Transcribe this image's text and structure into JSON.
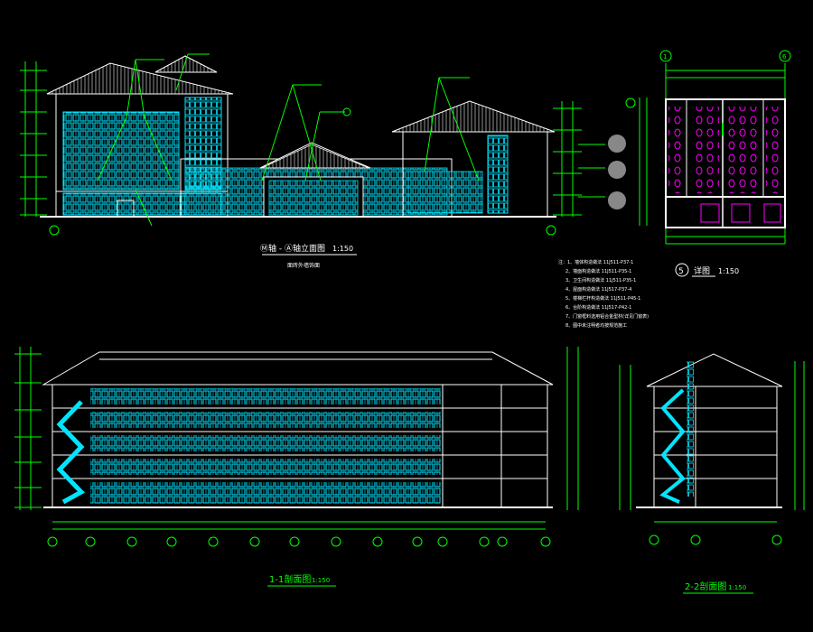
{
  "drawing": {
    "elevation_title": "Ⓜ轴 - Ⓐ轴立面图",
    "elevation_scale": "1:150",
    "elevation_subtitle": "面砖外墙饰面",
    "section11_title": "1-1剖面图",
    "section11_scale": "1:150",
    "section22_title": "2-2剖面图",
    "section22_scale": "1:150",
    "detail_number": "5",
    "detail_title": "详图",
    "detail_scale": "1:150",
    "axis_labels": [
      "1",
      "6"
    ],
    "notes": [
      "注：1、墙体构造做法  11J511-P37-1",
      "2、墙面构造做法  11J511-P35-1",
      "3、卫生间构造做法  11J511-P35-1",
      "4、屋面构造做法  11J517-P37-4",
      "5、楼梯栏杆构造做法  11J511-P45-1",
      "6、台阶构造做法  11J517-P42-1",
      "7、门窗框料选用铝合金型材(详见门窗表)",
      "8、图中未注明者均按规范施工"
    ],
    "colors": {
      "line": "#ffffff",
      "dimension": "#00ff00",
      "window": "#00e5ff",
      "fixture": "#ff00ff",
      "hatch": "#d0d0d0"
    }
  }
}
